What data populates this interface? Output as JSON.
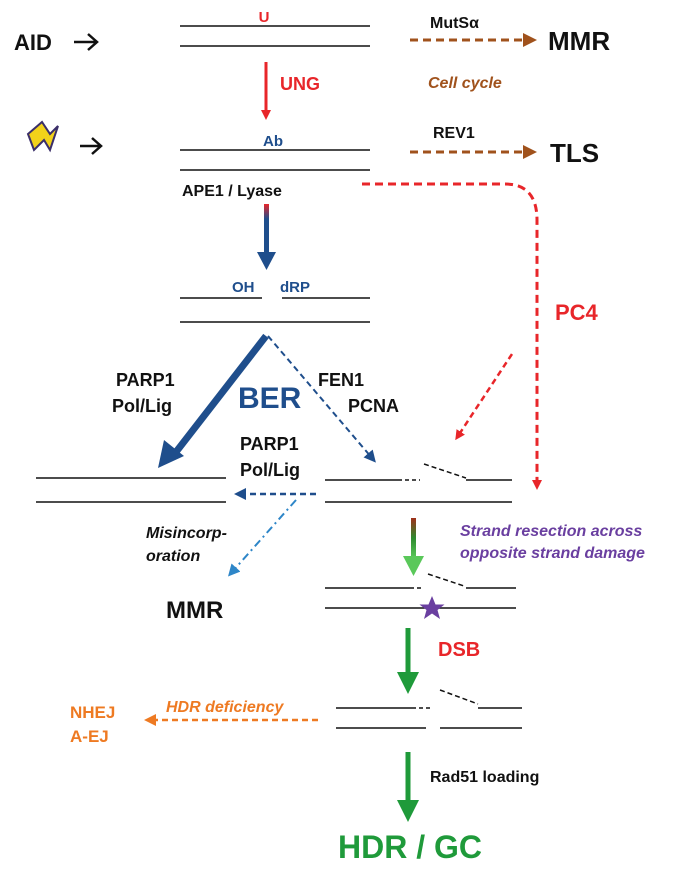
{
  "colors": {
    "black": "#111111",
    "red": "#e8262a",
    "brown": "#a0521c",
    "blue": "#1f4e8c",
    "lightblue": "#2e86c8",
    "green": "#1f9a3a",
    "orange": "#ee7a22",
    "purple": "#6a3fa0"
  },
  "labels": {
    "aid": "AID",
    "uracil": "U",
    "mutsa": "MutSα",
    "mmr_top": "MMR",
    "ung": "UNG",
    "cell_cycle": "Cell cycle",
    "abasic": "Ab",
    "rev1": "REV1",
    "tls": "TLS",
    "ape1": "APE1 / Lyase",
    "oh": "OH",
    "drp": "dRP",
    "pc4": "PC4",
    "parp1_left": "PARP1",
    "pol_lig_left": "Pol/Lig",
    "ber": "BER",
    "fen1": "FEN1",
    "pcna": "PCNA",
    "parp1_mid": "PARP1",
    "pol_lig_mid": "Pol/Lig",
    "misincorp_1": "Misincorp-",
    "misincorp_2": "oration",
    "mmr_bottom": "MMR",
    "resection_1": "Strand resection across",
    "resection_2": "opposite strand damage",
    "dsb": "DSB",
    "hdr_deficiency": "HDR deficiency",
    "nhej": "NHEJ",
    "aej": "A-EJ",
    "rad51": "Rad51 loading",
    "hdr_gc": "HDR / GC"
  }
}
